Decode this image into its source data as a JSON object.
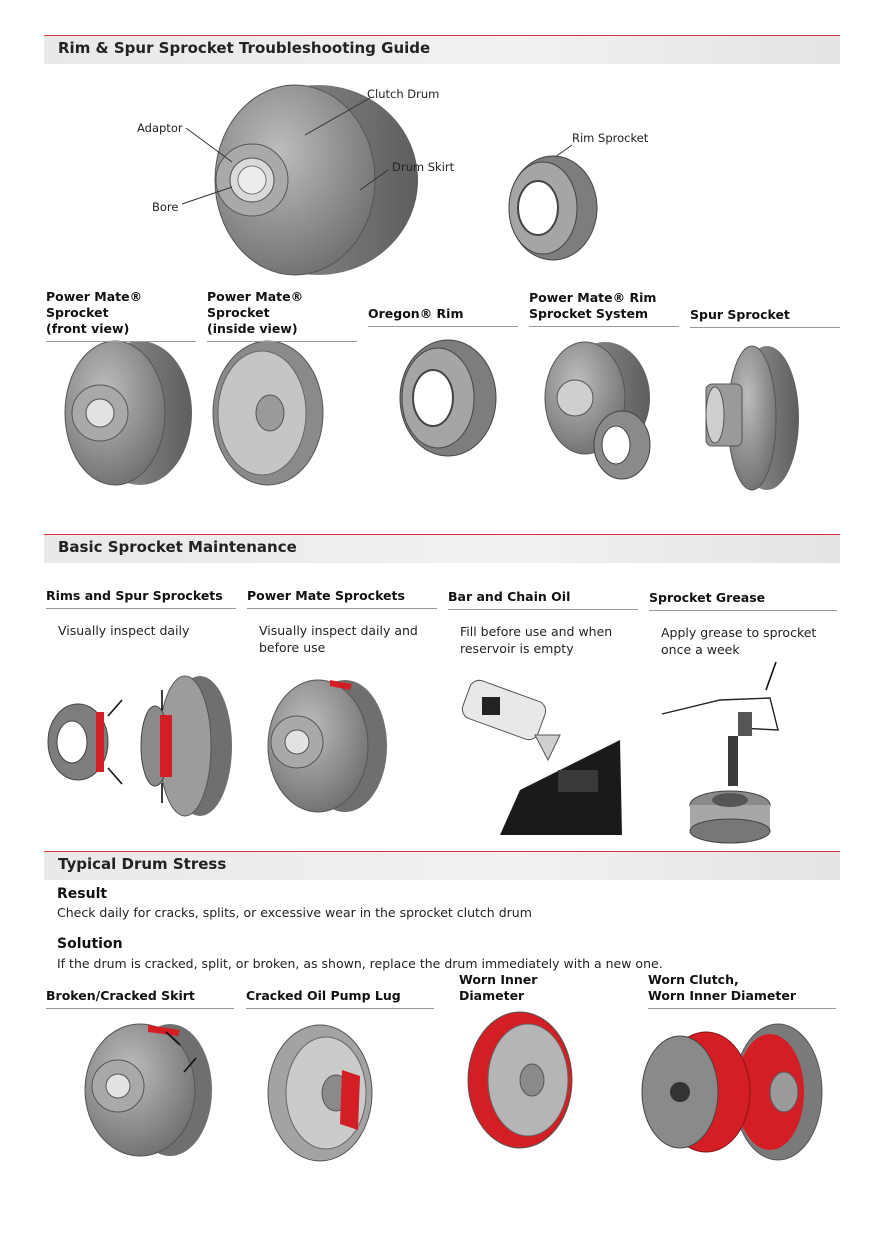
{
  "section1": {
    "title": "Rim & Spur Sprocket Troubleshooting Guide",
    "callouts": {
      "clutch_drum": "Clutch Drum",
      "adaptor": "Adaptor",
      "drum_skirt": "Drum Skirt",
      "bore": "Bore",
      "rim_sprocket": "Rim Sprocket"
    },
    "types": [
      {
        "line1": "Power Mate® Sprocket",
        "line2": "(front view)"
      },
      {
        "line1": "Power Mate® Sprocket",
        "line2": "(inside view)"
      },
      {
        "line1": "Oregon® Rim",
        "line2": ""
      },
      {
        "line1": "Power Mate® Rim",
        "line2": "Sprocket System"
      },
      {
        "line1": "Spur Sprocket",
        "line2": ""
      }
    ]
  },
  "section2": {
    "title": "Basic Sprocket Maintenance",
    "columns": [
      {
        "heading": "Rims and Spur Sprockets",
        "desc1": "Visually inspect daily",
        "desc2": ""
      },
      {
        "heading": "Power Mate Sprockets",
        "desc1": "Visually inspect daily and",
        "desc2": "before use"
      },
      {
        "heading": "Bar and Chain Oil",
        "desc1": "Fill before use and when",
        "desc2": "reservoir is empty"
      },
      {
        "heading": "Sprocket Grease",
        "desc1": "Apply grease to sprocket",
        "desc2": "once a week"
      }
    ]
  },
  "section3": {
    "title": "Typical Drum Stress",
    "result_heading": "Result",
    "result_text": "Check daily for cracks, splits, or excessive wear in the sprocket clutch drum",
    "solution_heading": "Solution",
    "solution_text": "If the drum is cracked, split, or broken, as shown, replace the drum immediately with a new one.",
    "columns": [
      {
        "line1": "Broken/Cracked Skirt",
        "line2": ""
      },
      {
        "line1": "Cracked Oil Pump Lug",
        "line2": ""
      },
      {
        "line1": "Worn Inner Diameter",
        "line2": ""
      },
      {
        "line1": "Worn Clutch,",
        "line2": "Worn Inner Diameter"
      }
    ]
  },
  "colors": {
    "accent_red": "#d9363e",
    "wear_red": "#d21e24",
    "metal_gray": "#8a8a8a"
  }
}
